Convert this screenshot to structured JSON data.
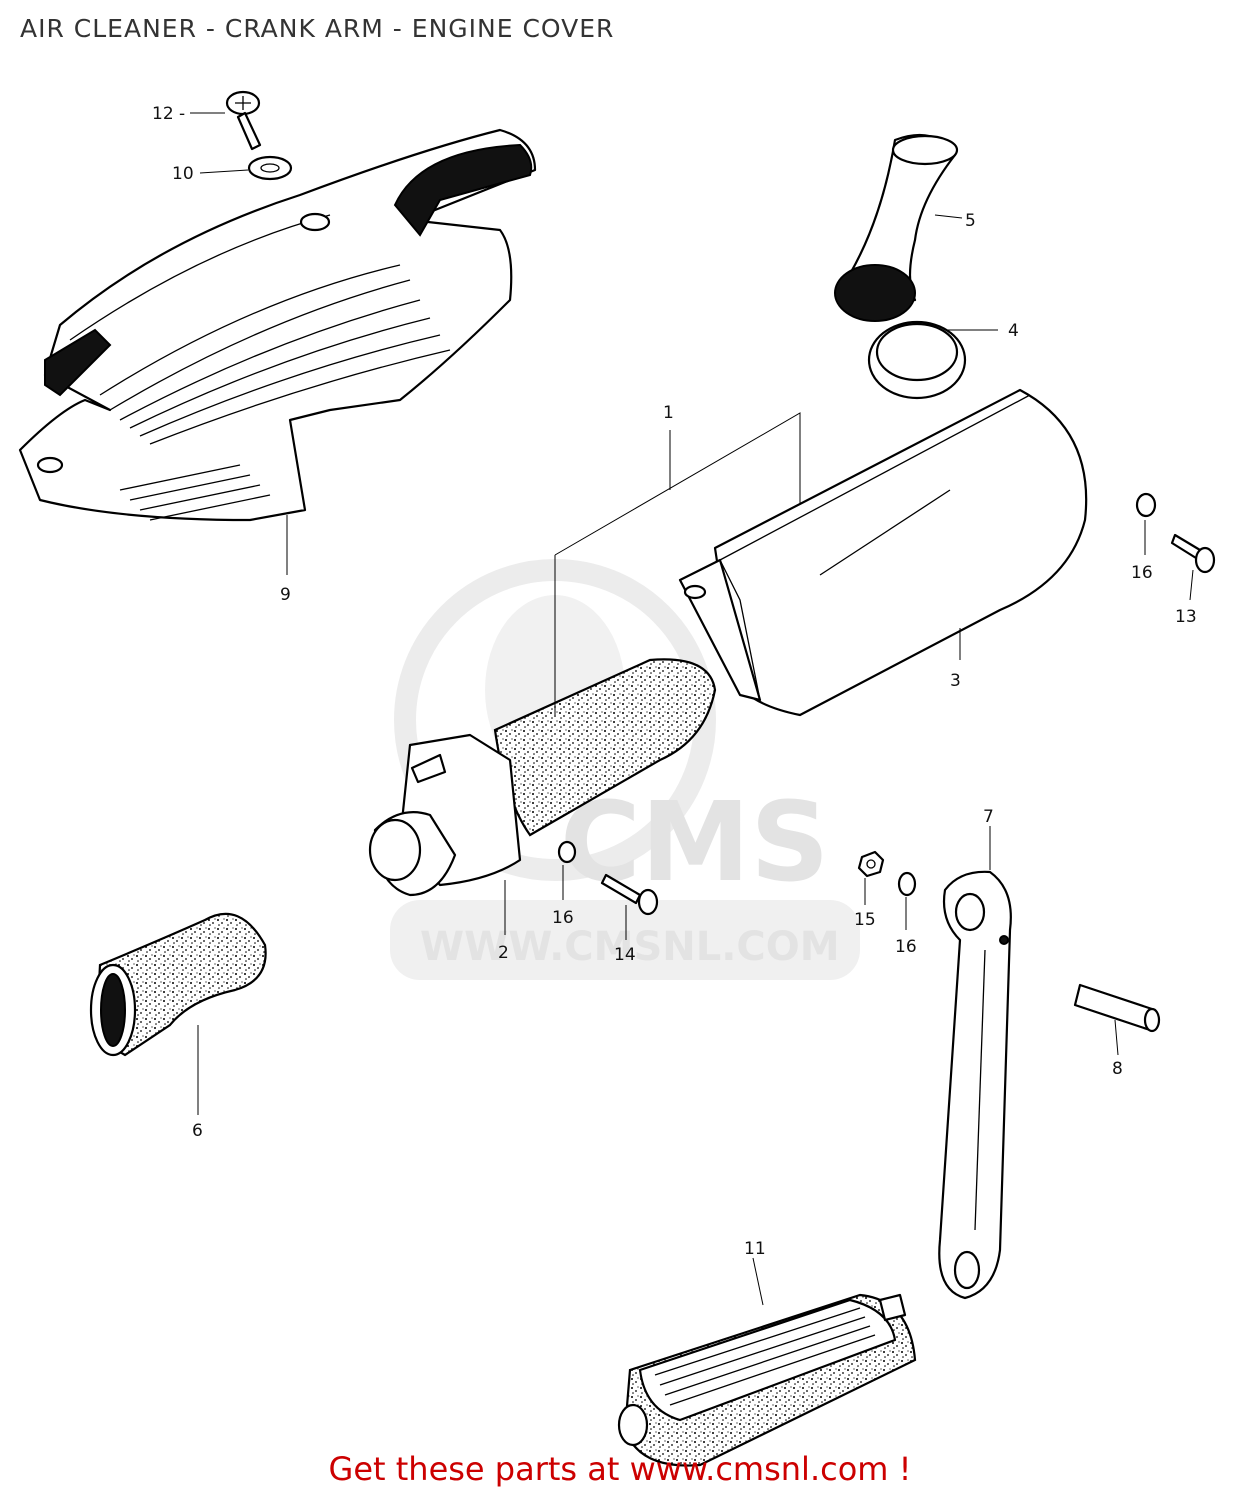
{
  "page": {
    "title": "AIR CLEANER - CRANK ARM - ENGINE COVER"
  },
  "watermark": {
    "brand": "CMS",
    "url": "WWW.CMSNL.COM"
  },
  "callouts": [
    {
      "id": "1",
      "part": "air cleaner assembly"
    },
    {
      "id": "2",
      "part": "air cleaner case"
    },
    {
      "id": "3",
      "part": "air cleaner cover"
    },
    {
      "id": "4",
      "part": "ring / band"
    },
    {
      "id": "5",
      "part": "intake tube"
    },
    {
      "id": "6",
      "part": "connecting tube"
    },
    {
      "id": "7",
      "part": "crank arm"
    },
    {
      "id": "8",
      "part": "pedal shaft"
    },
    {
      "id": "9",
      "part": "engine cover"
    },
    {
      "id": "10",
      "part": "washer"
    },
    {
      "id": "11",
      "part": "pedal"
    },
    {
      "id": "12",
      "part": "screw"
    },
    {
      "id": "13",
      "part": "screw"
    },
    {
      "id": "14",
      "part": "screw"
    },
    {
      "id": "15",
      "part": "nut"
    },
    {
      "id": "16",
      "part": "washer"
    }
  ],
  "labels": {
    "c1": "1",
    "c2": "2",
    "c3": "3",
    "c4": "4",
    "c5": "5",
    "c6": "6",
    "c7": "7",
    "c8": "8",
    "c9": "9",
    "c10": "10",
    "c11": "11",
    "c12": "12 -",
    "c13": "13",
    "c14": "14",
    "c15": "15",
    "c16a": "16",
    "c16b": "16",
    "c16c": "16"
  },
  "footer": {
    "text": "Get these parts at www.cmsnl.com !",
    "color": "#cc0000"
  }
}
